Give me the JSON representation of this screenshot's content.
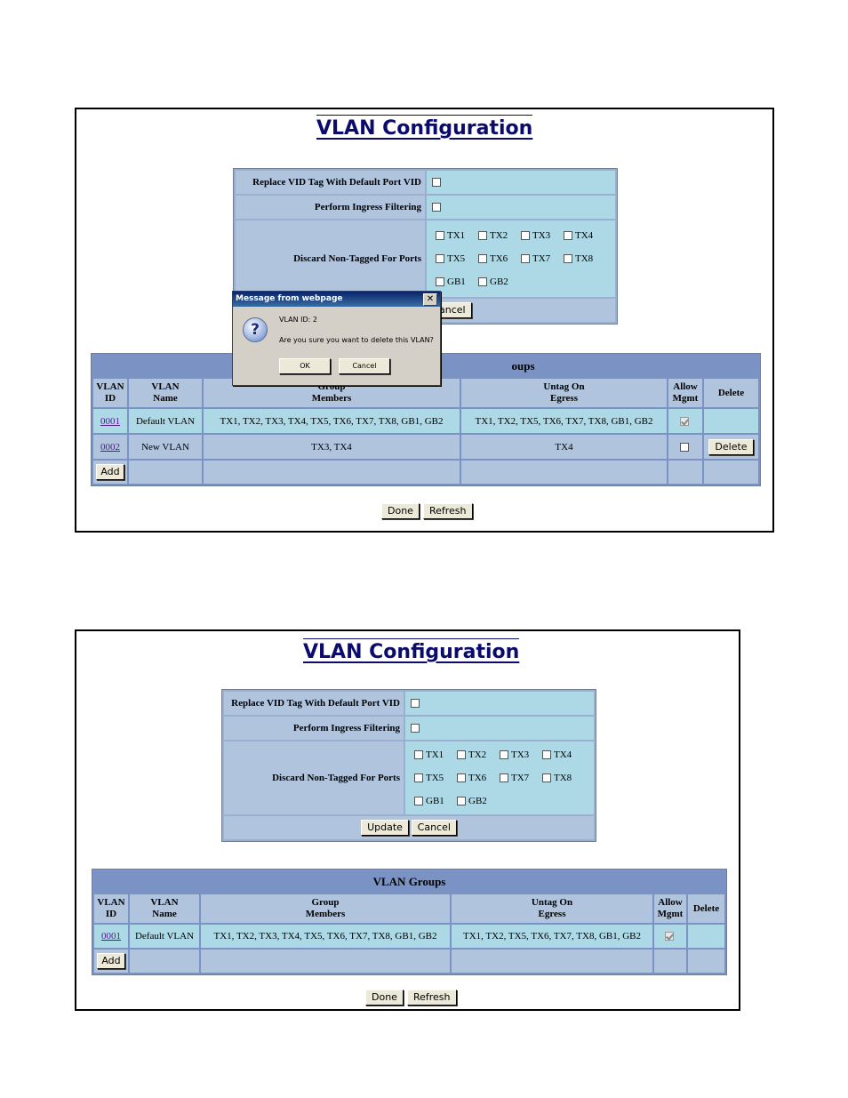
{
  "page_title": "VLAN Configuration",
  "config": {
    "replace_vid_label": "Replace VID Tag With Default Port VID",
    "ingress_label": "Perform Ingress Filtering",
    "discard_label": "Discard Non-Tagged For Ports",
    "ports": [
      "TX1",
      "TX2",
      "TX3",
      "TX4",
      "TX5",
      "TX6",
      "TX7",
      "TX8",
      "GB1",
      "GB2"
    ],
    "update_label": "Update",
    "cancel_label": "Cancel",
    "cancel_partial": "ancel"
  },
  "vlan_groups": {
    "title": "VLAN Groups",
    "title_partial": "oups",
    "col_vlan_id_1": "VLAN",
    "col_vlan_id_2": "ID",
    "col_vlan_name_1": "VLAN",
    "col_vlan_name_2": "Name",
    "col_group_1": "Group",
    "col_group_2": "Members",
    "col_untag_1": "Untag On",
    "col_untag_2": "Egress",
    "col_allow_1": "Allow",
    "col_allow_2": "Mgmt",
    "col_delete": "Delete",
    "rows": [
      {
        "id": "0001",
        "name": "Default VLAN",
        "members": "TX1, TX2, TX3, TX4, TX5, TX6, TX7, TX8, GB1, GB2",
        "untag": "TX1, TX2, TX5, TX6, TX7, TX8, GB1, GB2",
        "mgmt": true
      },
      {
        "id": "0002",
        "name": "New VLAN",
        "members": "TX3, TX4",
        "untag": "TX4",
        "mgmt": false,
        "delete_label": "Delete"
      }
    ],
    "add_label": "Add"
  },
  "buttons": {
    "done": "Done",
    "refresh": "Refresh"
  },
  "dialog": {
    "title": "Message from webpage",
    "line1": "VLAN ID:  2",
    "line2": "Are you sure you want to delete this VLAN?",
    "ok": "OK",
    "cancel": "Cancel",
    "icon": "question-icon"
  }
}
